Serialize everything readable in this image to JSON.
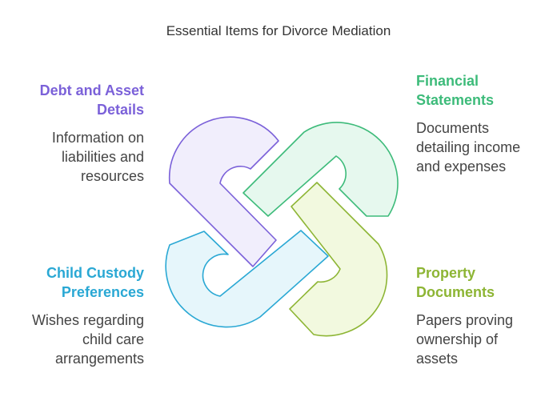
{
  "title": "Essential Items for Divorce Mediation",
  "items": [
    {
      "id": "debt",
      "heading": "Debt and Asset Details",
      "heading_lines": [
        "Debt and Asset",
        "Details"
      ],
      "description": "Information on liabilities and resources",
      "description_lines": [
        "Information on",
        "liabilities and",
        "resources"
      ],
      "color": "#7B61D9",
      "fill": "#F1EEFC"
    },
    {
      "id": "financial",
      "heading": "Financial Statements",
      "heading_lines": [
        "Financial",
        "Statements"
      ],
      "description": "Documents detailing income and expenses",
      "description_lines": [
        "Documents",
        "detailing income",
        "and expenses"
      ],
      "color": "#3DBB7A",
      "fill": "#E6F8EE"
    },
    {
      "id": "custody",
      "heading": "Child Custody Preferences",
      "heading_lines": [
        "Child Custody",
        "Preferences"
      ],
      "description": "Wishes regarding child care arrangements",
      "description_lines": [
        "Wishes regarding",
        "child care",
        "arrangements"
      ],
      "color": "#2AA8D4",
      "fill": "#E6F6FB"
    },
    {
      "id": "property",
      "heading": "Property Documents",
      "heading_lines": [
        "Property",
        "Documents"
      ],
      "description": "Papers proving ownership of assets",
      "description_lines": [
        "Papers proving",
        "ownership of",
        "assets"
      ],
      "color": "#8DB534",
      "fill": "#F2F9DF"
    }
  ]
}
